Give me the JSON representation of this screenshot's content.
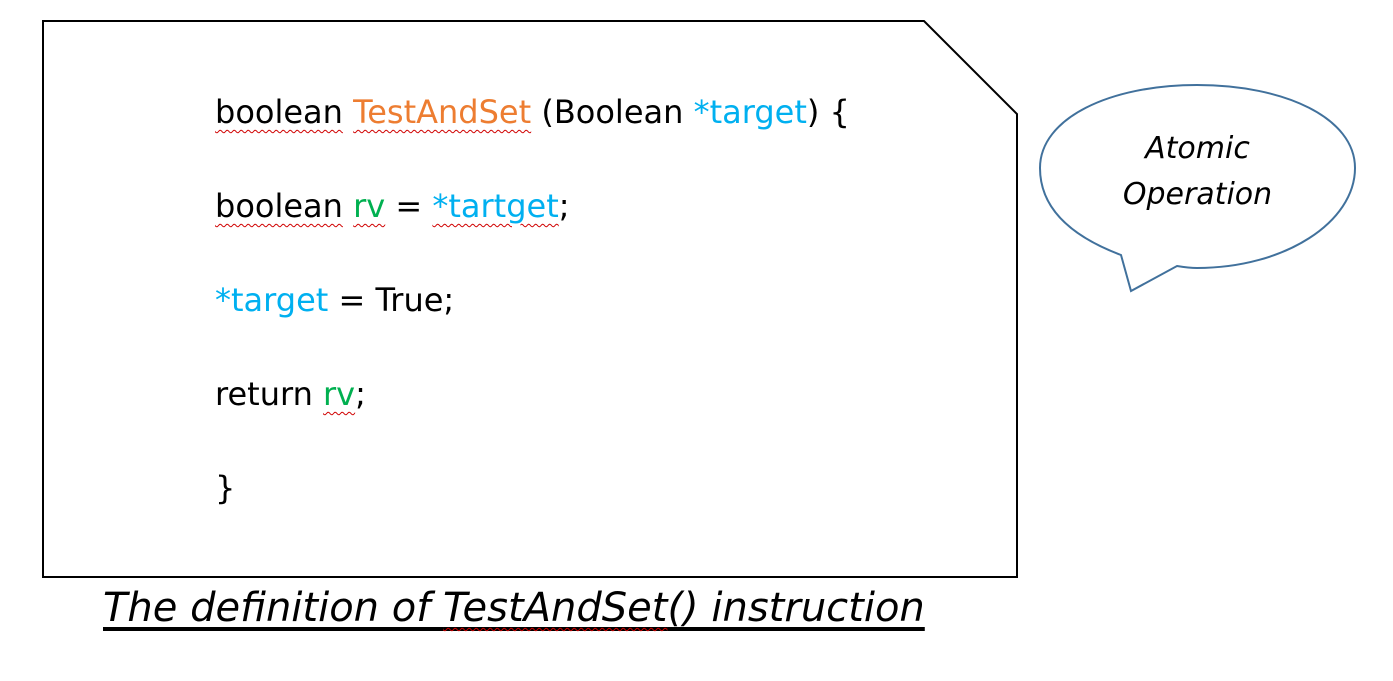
{
  "code": {
    "line1": {
      "type": "boolean",
      "func": "TestAndSet",
      "param": " (Boolean ",
      "ptr": "*target",
      "tail": ") {"
    },
    "line2": {
      "type": "boolean",
      "var": "rv",
      "eq": " = ",
      "ptr": "*tartget",
      "tail": ";"
    },
    "line3": {
      "ptr": "*target",
      "tail": " = True;"
    },
    "line4": {
      "kw": "return ",
      "var": "rv",
      "tail": ";"
    },
    "line5": {
      "brace": "}"
    }
  },
  "bubble": {
    "line1": "Atomic",
    "line2": "Operation"
  },
  "caption": {
    "pre": "The definition of ",
    "func": "TestAndSet",
    "post": "() instruction"
  },
  "colors": {
    "function": "#ed7d31",
    "pointer": "#00b0f0",
    "variable": "#00b050",
    "bubble_border": "#41719c"
  }
}
